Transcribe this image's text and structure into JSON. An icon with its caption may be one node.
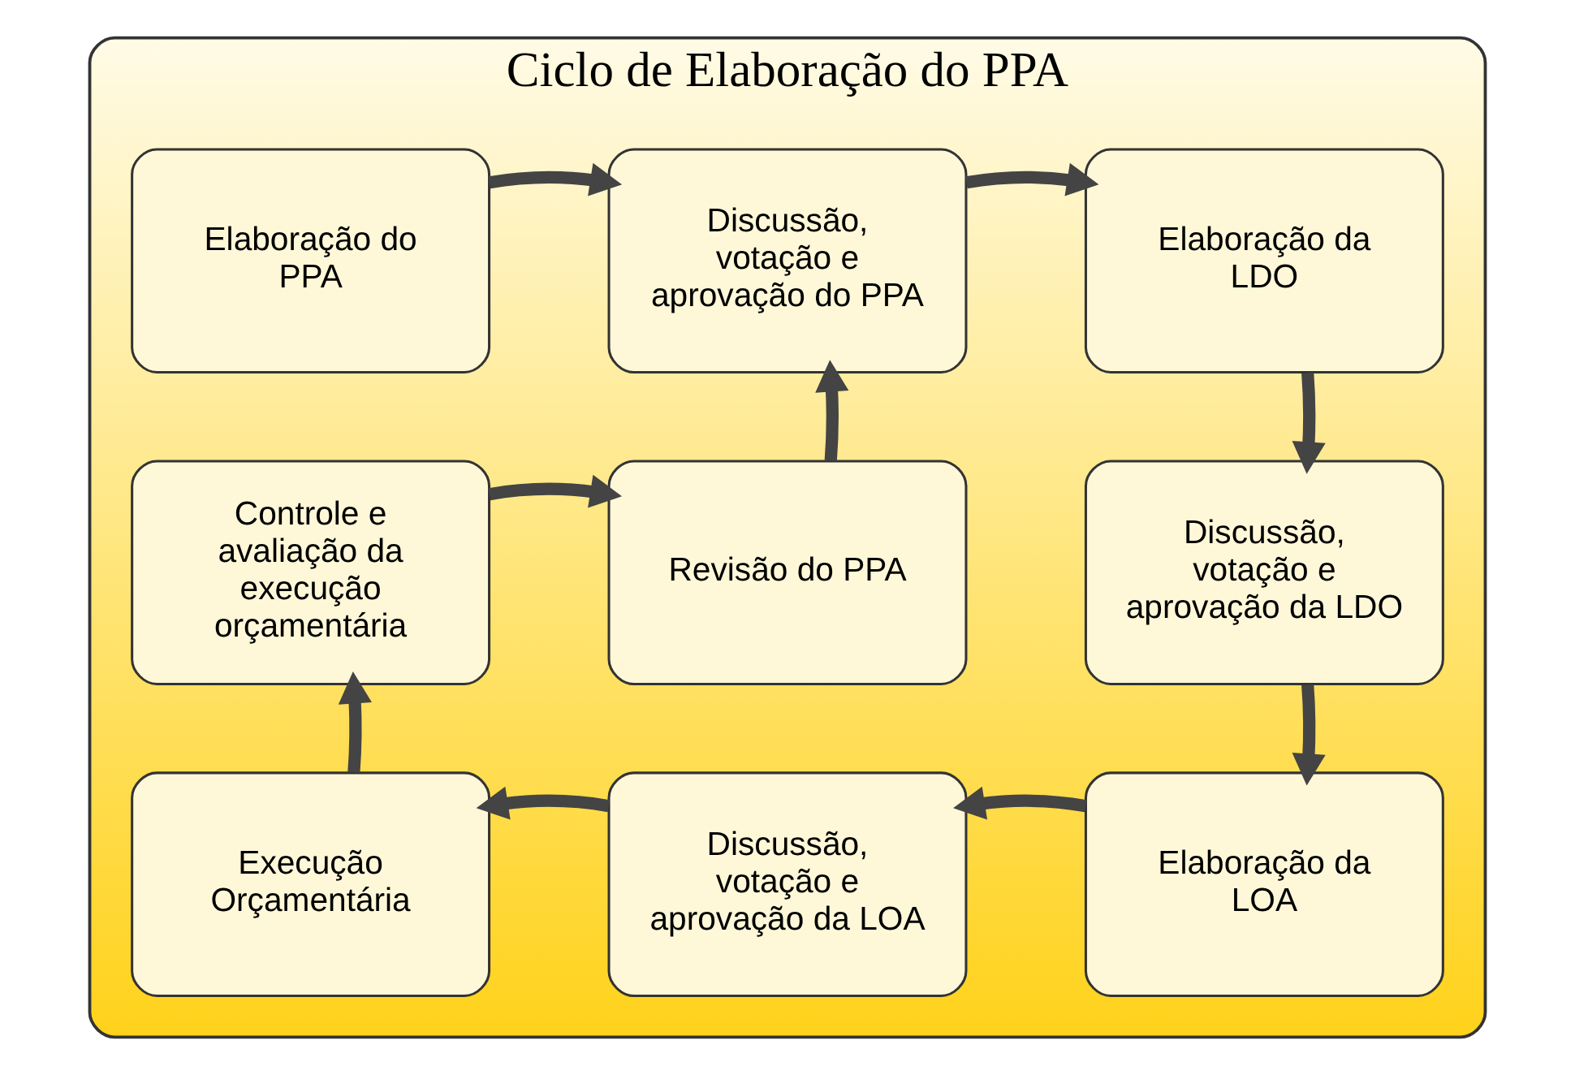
{
  "diagram": {
    "nodes": [
      {
        "text": [
          "Ciclo de Elaboração do PPA"
        ]
      },
      {
        "text": [
          "Elaboração do PPA"
        ],
        "in": 0
      },
      {
        "text": [
          "Discussão, votação e aprovação do PPA"
        ],
        "in": 0
      },
      {
        "text": [
          "Elaboração da LDO"
        ],
        "in": 0
      },
      {
        "text": [
          "Controle e avaliação da execução orçamentária"
        ],
        "in": 0
      },
      {
        "text": [
          "Revisão do PPA"
        ],
        "in": 0
      },
      {
        "text": [
          "Discussão, votação e aprovação da LDO"
        ],
        "in": 0
      },
      {
        "text": [
          "Execução Orçamentária"
        ],
        "in": 0
      },
      {
        "text": [
          "Discussão, votação e aprovação da LOA"
        ],
        "in": 0
      },
      {
        "text": [
          "Elaboração da LOA"
        ],
        "in": 0
      }
    ],
    "edges": [
      {
        "from": 1,
        "to": 2,
        "arrow": "to"
      },
      {
        "from": 2,
        "to": 3,
        "arrow": "to"
      },
      {
        "from": 3,
        "to": 6,
        "arrow": "to"
      },
      {
        "from": 6,
        "to": 9,
        "arrow": "to"
      },
      {
        "from": 9,
        "to": 8,
        "arrow": "to"
      },
      {
        "from": 8,
        "to": 7,
        "arrow": "to"
      },
      {
        "from": 7,
        "to": 4,
        "arrow": "to"
      },
      {
        "from": 4,
        "to": 5,
        "arrow": "to"
      },
      {
        "from": 5,
        "to": 2,
        "arrow": "to"
      }
    ]
  }
}
